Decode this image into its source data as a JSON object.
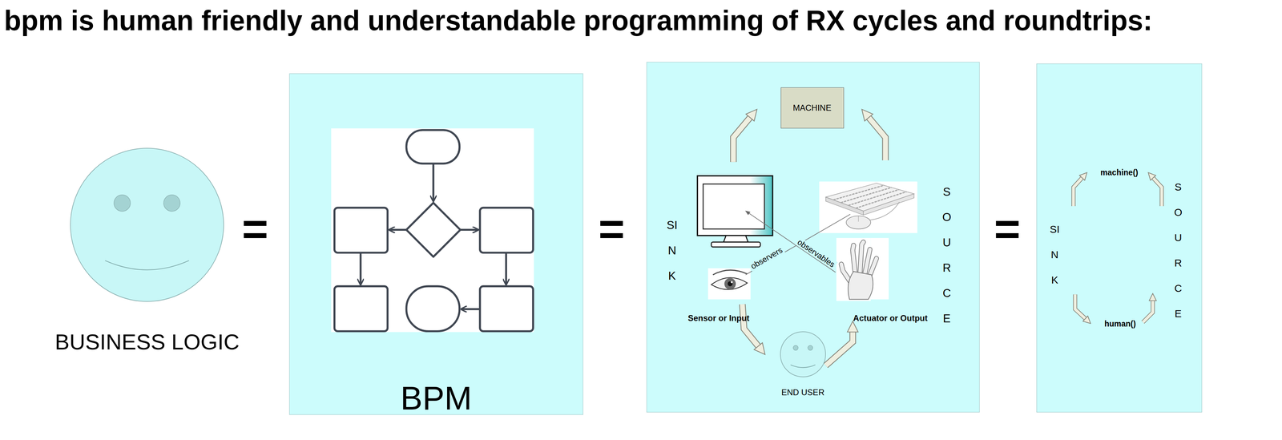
{
  "diagram": {
    "title": "bpm is human friendly and understandable programming of RX cycles and roundtrips:",
    "nodes": [
      {
        "text": [
          "BUSINESS LOGIC"
        ]
      },
      {
        "text": [
          "BPM"
        ]
      },
      {
        "text": [
          "SINK",
          "SOURCE"
        ]
      },
      {
        "text": [
          "MACHINE"
        ],
        "in": 2
      },
      {
        "text": [
          "END USER"
        ],
        "in": 2
      },
      {
        "text": [
          "SINK",
          "SOURCE"
        ]
      }
    ],
    "labels": [
      "=",
      "=",
      "=",
      "observers",
      "observables",
      "Sensor or Input",
      "Actuator or Output",
      "machine()",
      "human()"
    ]
  }
}
